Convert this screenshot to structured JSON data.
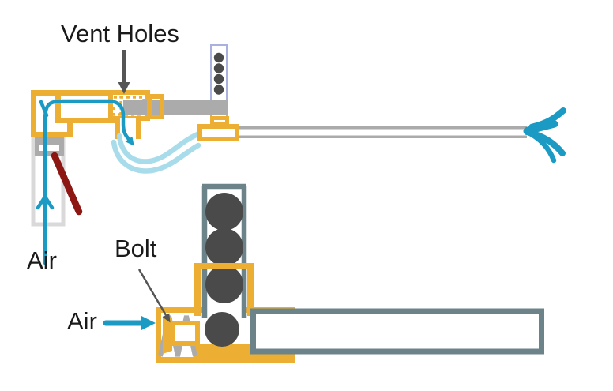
{
  "diagram": {
    "type": "pneumatic-ball-launcher-illustration",
    "labels": {
      "vent_holes": "Vent Holes",
      "air_top": "Air",
      "bolt": "Bolt",
      "air_bottom": "Air"
    },
    "colors": {
      "housing_yellow": "#ECAF34",
      "air_flow_teal": "#1B9AC4",
      "hose_light_blue": "#A9DCEA",
      "metal_gray": "#ABABAB",
      "tube_light_gray": "#D9D9D9",
      "lever_dark_red": "#8C1713",
      "barrel_slate": "#6B8389",
      "ball_dark_gray": "#4A4A4A",
      "magazine_outline_lavender": "#A9B1DE",
      "label_text": "#1A1A1A",
      "pointer_gray": "#555555"
    }
  }
}
